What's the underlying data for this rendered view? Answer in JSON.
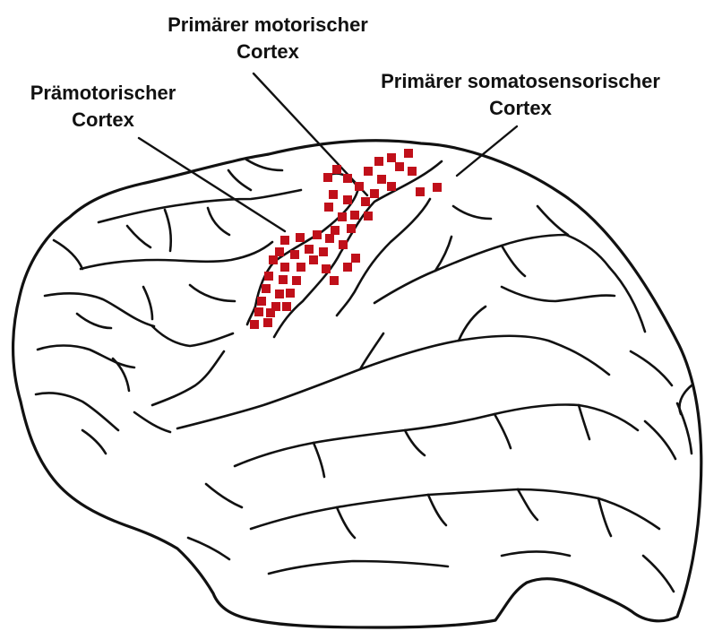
{
  "labels": {
    "primary_motor": {
      "line1": "Primärer motorischer",
      "line2": "Cortex"
    },
    "premotor": {
      "line1": "Prämotorischer",
      "line2": "Cortex"
    },
    "primary_somatosensory": {
      "line1": "Primärer somatosensorischer",
      "line2": "Cortex"
    }
  },
  "colors": {
    "marker": "#c0101a",
    "outline": "#111111",
    "leader": "#111111",
    "background": "#ffffff"
  },
  "icons": {
    "brain": "brain-lateral-view-outline",
    "marker": "square-marker"
  }
}
